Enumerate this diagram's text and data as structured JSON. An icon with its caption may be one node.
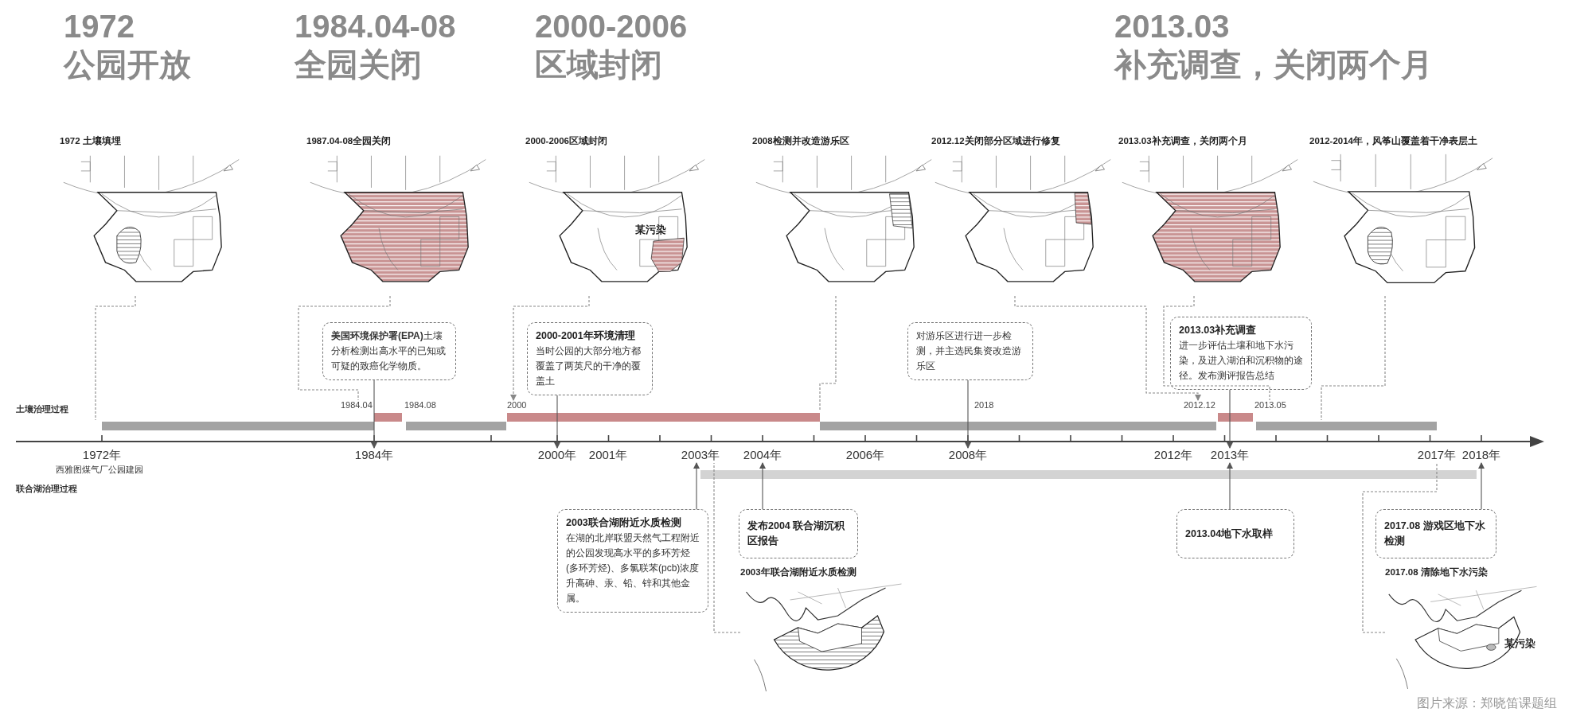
{
  "diagram": {
    "nodes": [
      {
        "text": [
          "1972 土壤填埋"
        ]
      },
      {
        "text": [
          "1987.04-08全园关闭"
        ]
      },
      {
        "text": [
          "2000-2006区域封闭",
          "某污染"
        ]
      },
      {
        "text": [
          "2008检测并改造游乐区"
        ]
      },
      {
        "text": [
          "2012.12关闭部分区域进行修复"
        ]
      },
      {
        "text": [
          "2013.03补充调查，关闭两个月"
        ]
      },
      {
        "text": [
          "2012-2014年，风筝山覆盖着干净表层土"
        ]
      },
      {
        "text": [
          "**美国环境保护署(EPA)**土壤分析检测出高水平的已知或可疑的致癌化学物质。"
        ]
      },
      {
        "text": [
          "2000-2001年环境清理",
          "当时公园的大部分地方都覆盖了两英尺的干净的覆盖土"
        ]
      },
      {
        "text": [
          "对游乐区进行进一步检测，并主选民集资改造游乐区"
        ]
      },
      {
        "text": [
          "2013.03补充调查",
          "进一步评估土壤和地下水污染，及进入湖泊和沉积物的途径。发布测评报告总结"
        ]
      },
      {
        "text": [
          "2003联合湖附近水质检测",
          "在湖的北岸联盟天然气工程附近的公园发现高水平的多环芳烃(多环芳烃)、多氯联苯(pcb)浓度升高砷、汞、铅、锌和其他金属。"
        ]
      },
      {
        "text": [
          "发布2004 联合湖沉积区报告"
        ]
      },
      {
        "text": [
          "2003年联合湖附近水质检测"
        ]
      },
      {
        "text": [
          "2013.04地下水取样"
        ]
      },
      {
        "text": [
          "2017.08 游戏区地下水检测"
        ]
      },
      {
        "text": [
          "2017.08 清除地下水污染",
          "某污染"
        ]
      },
      {
        "text": [
          "1984.04"
        ]
      },
      {
        "text": [
          "2000"
        ]
      },
      {
        "text": [
          "2012.12"
        ]
      },
      {
        "text": [
          "2013.05"
        ]
      },
      {
        "text": [
          "1984年"
        ]
      },
      {
        "text": [
          "2000年"
        ]
      },
      {
        "text": [
          "2003年"
        ]
      },
      {
        "text": [
          "2004年"
        ]
      },
      {
        "text": [
          "2008年"
        ]
      },
      {
        "text": [
          "2013年"
        ]
      },
      {
        "text": [
          "2017年"
        ]
      },
      {
        "text": [
          "2018年"
        ]
      }
    ],
    "edges": [
      {
        "from": 0,
        "to": null,
        "arrow": "none",
        "style": "dashed"
      },
      {
        "from": 1,
        "to": 17,
        "arrow": "none",
        "style": "dashed"
      },
      {
        "from": 2,
        "to": 18,
        "arrow": "to",
        "style": "dashed"
      },
      {
        "from": 3,
        "to": null,
        "arrow": "none",
        "style": "dashed"
      },
      {
        "from": 4,
        "to": 19,
        "arrow": "to",
        "style": "dashed"
      },
      {
        "from": 5,
        "to": 20,
        "arrow": "none",
        "style": "dashed"
      },
      {
        "from": 6,
        "to": null,
        "arrow": "none",
        "style": "dashed"
      },
      {
        "from": 7,
        "to": 21,
        "arrow": "to"
      },
      {
        "from": 8,
        "to": 22,
        "arrow": "to"
      },
      {
        "from": 9,
        "to": 25,
        "arrow": "to"
      },
      {
        "from": 10,
        "to": 26,
        "arrow": "to"
      },
      {
        "from": 11,
        "to": 23,
        "arrow": "to"
      },
      {
        "from": 12,
        "to": 24,
        "arrow": "to"
      },
      {
        "from": 13,
        "to": 23,
        "arrow": "none",
        "style": "dashed"
      },
      {
        "from": 14,
        "to": 26,
        "arrow": "to"
      },
      {
        "from": 15,
        "to": 28,
        "arrow": "to"
      },
      {
        "from": 16,
        "to": 27,
        "arrow": "none",
        "style": "dashed"
      }
    ],
    "labels": [
      "1972",
      "公园开放",
      "1984.04-08",
      "全园关闭",
      "2000-2006",
      "区域封闭",
      "2013.03",
      "补充调查，关闭两个月",
      "土壤治理过程",
      "1984.08",
      "2018",
      "1972年",
      "2001年",
      "2006年",
      "2012年",
      "西雅图煤气厂公园建园",
      "联合湖治理过程",
      "图片来源：郑晓笛课题组"
    ]
  }
}
